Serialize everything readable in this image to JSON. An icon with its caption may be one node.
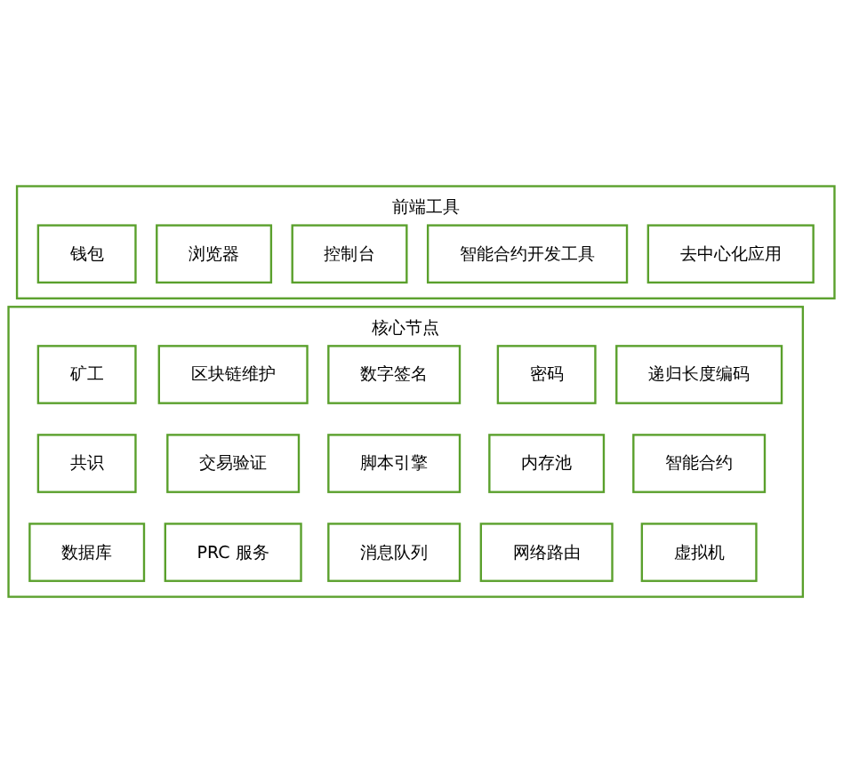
{
  "diagram": {
    "nodes": [
      {
        "text": [
          "前端工具"
        ]
      },
      {
        "text": [
          "钱包"
        ],
        "in": 0
      },
      {
        "text": [
          "浏览器"
        ],
        "in": 0
      },
      {
        "text": [
          "控制台"
        ],
        "in": 0
      },
      {
        "text": [
          "智能合约开发工具"
        ],
        "in": 0
      },
      {
        "text": [
          "去中心化应用"
        ],
        "in": 0
      },
      {
        "text": [
          "核心节点"
        ]
      },
      {
        "text": [
          "矿工"
        ],
        "in": 6
      },
      {
        "text": [
          "区块链维护"
        ],
        "in": 6
      },
      {
        "text": [
          "数字签名"
        ],
        "in": 6
      },
      {
        "text": [
          "密码"
        ],
        "in": 6
      },
      {
        "text": [
          "递归长度编码"
        ],
        "in": 6
      },
      {
        "text": [
          "共识"
        ],
        "in": 6
      },
      {
        "text": [
          "交易验证"
        ],
        "in": 6
      },
      {
        "text": [
          "脚本引擎"
        ],
        "in": 6
      },
      {
        "text": [
          "内存池"
        ],
        "in": 6
      },
      {
        "text": [
          "智能合约"
        ],
        "in": 6
      },
      {
        "text": [
          "数据库"
        ],
        "in": 6
      },
      {
        "text": [
          "PRC 服务"
        ],
        "in": 6
      },
      {
        "text": [
          "消息队列"
        ],
        "in": 6
      },
      {
        "text": [
          "网络路由"
        ],
        "in": 6
      },
      {
        "text": [
          "虚拟机"
        ],
        "in": 6
      }
    ]
  }
}
